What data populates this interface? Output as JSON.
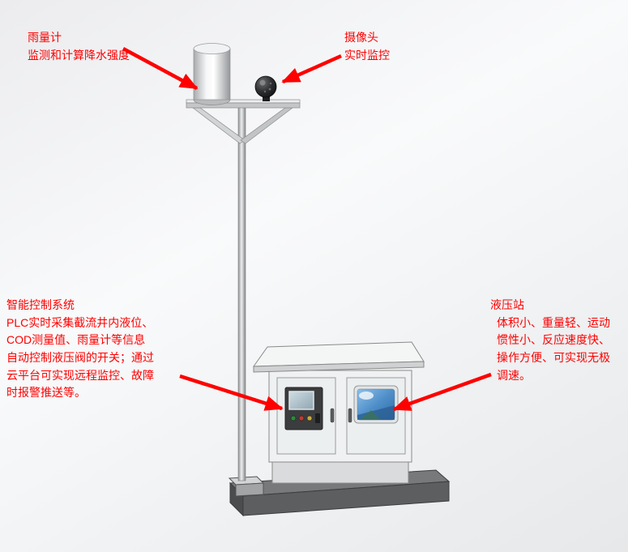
{
  "annotations": {
    "rain_gauge": {
      "title": "雨量计",
      "lines": [
        "监测和计算降水强度"
      ]
    },
    "camera": {
      "title": "摄像头",
      "lines": [
        "实时监控"
      ]
    },
    "control_system": {
      "title": "智能控制系统",
      "lines": [
        "PLC实时采集截流井内液位、",
        "COD测量值、雨量计等信息",
        "自动控制液压阀的开关；通过",
        "云平台可实现远程监控、故障",
        "时报警推送等。"
      ]
    },
    "hydraulic_station": {
      "title": "液压站",
      "lines": [
        "体积小、重量轻、运动",
        "惯性小、反应速度快、",
        "操作方便、可实现无极",
        "调速。"
      ]
    }
  },
  "colors": {
    "annotation_red": "#fe0000",
    "slab_top": "#77797b",
    "slab_front": "#5c5e60",
    "cabinet_body": "#f0f1f2",
    "window_blue": "#4f8fc9"
  }
}
